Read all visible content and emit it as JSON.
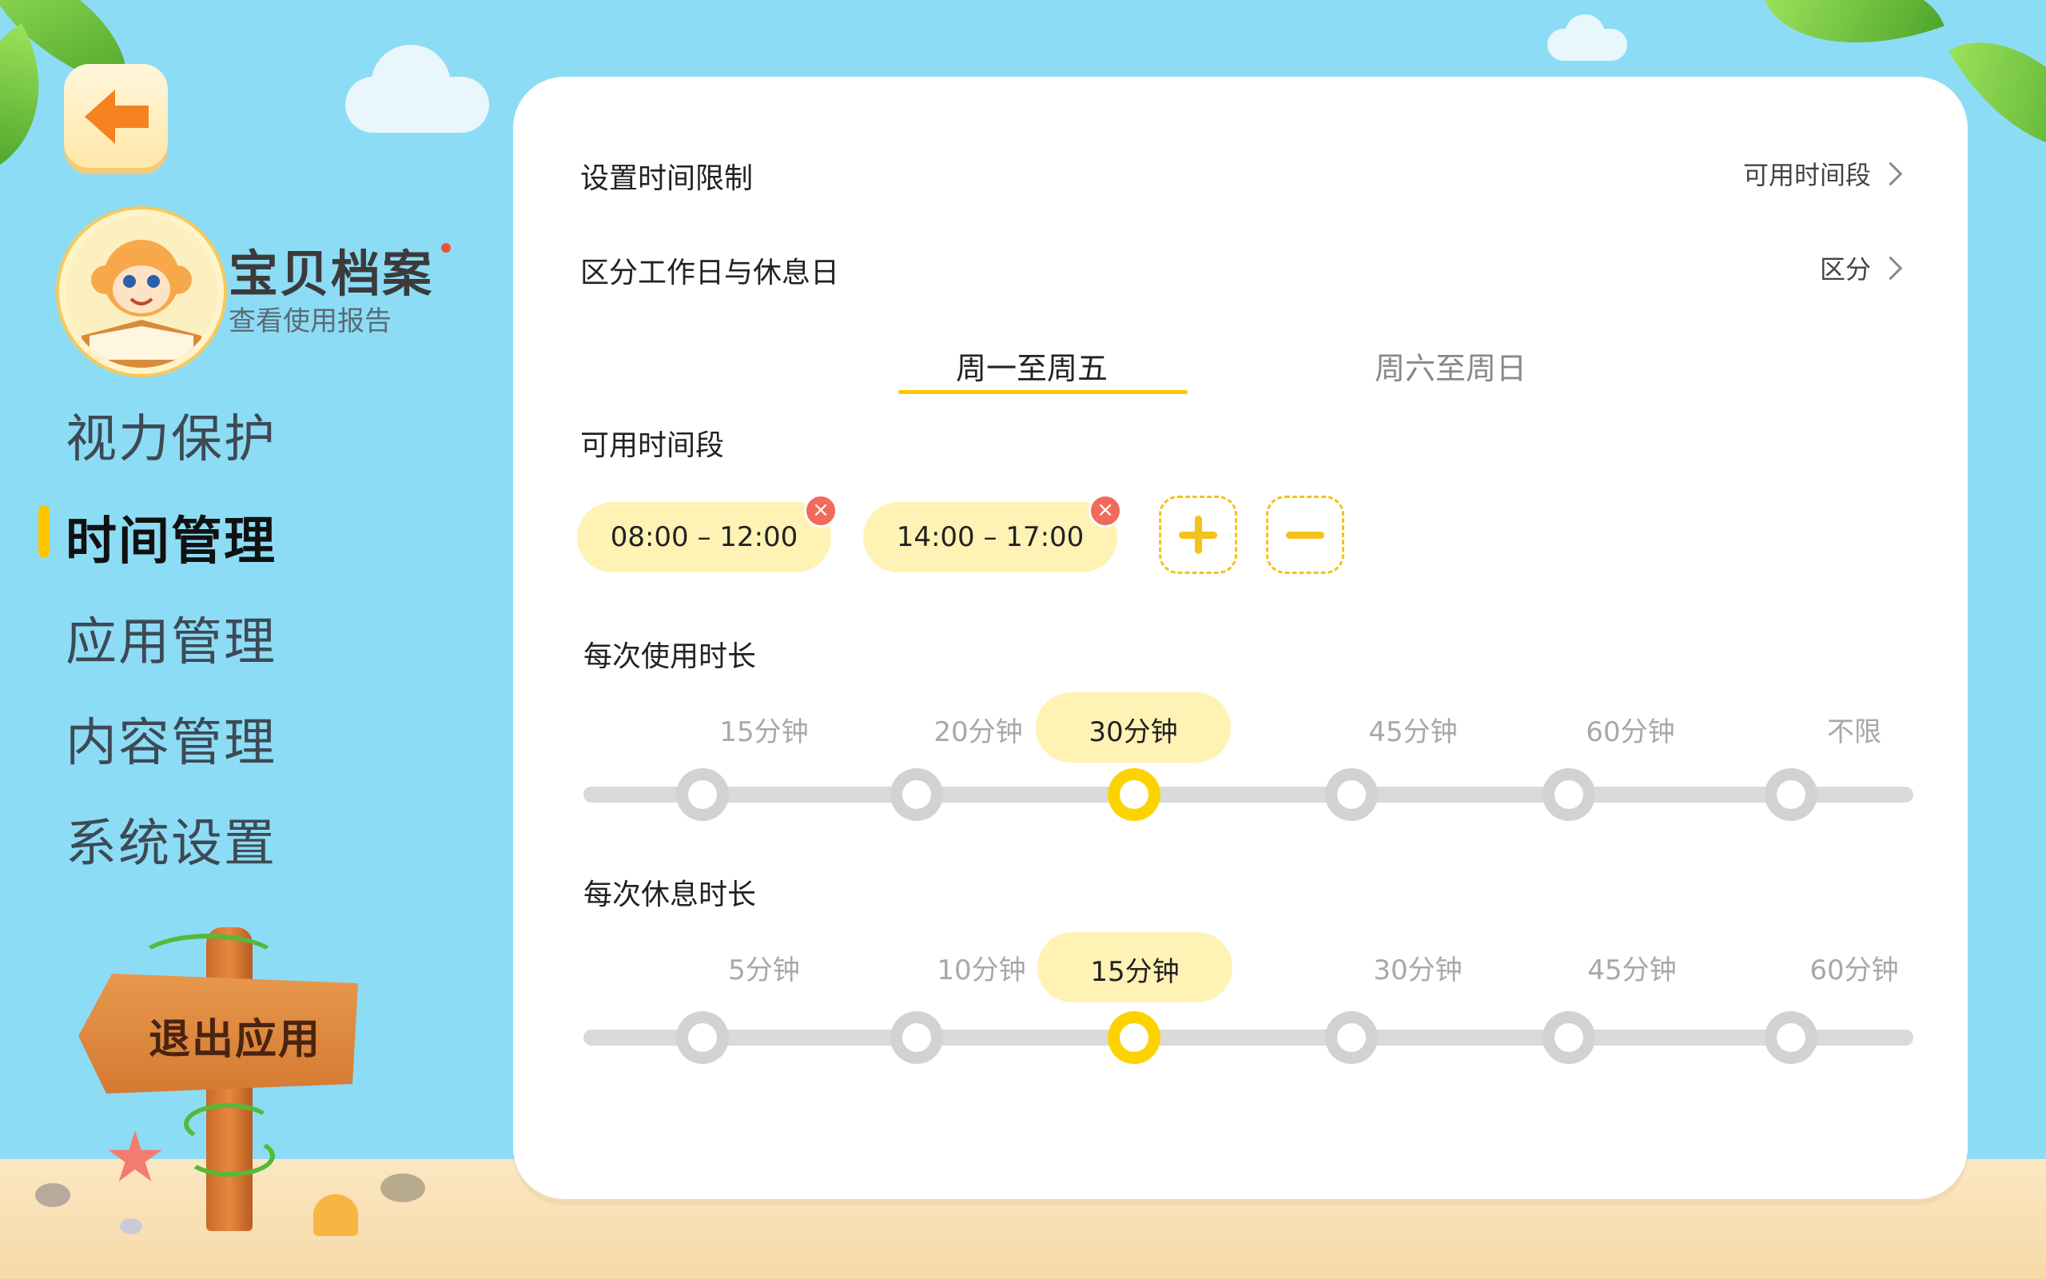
{
  "sidebar": {
    "profile_name": "宝贝档案",
    "profile_sub": "查看使用报告",
    "nav": [
      "视力保护",
      "时间管理",
      "应用管理",
      "内容管理",
      "系统设置"
    ],
    "active_index": 1,
    "exit_label": "退出应用"
  },
  "settings": {
    "time_limit_label": "设置时间限制",
    "time_limit_value": "可用时间段",
    "workday_label": "区分工作日与休息日",
    "workday_value": "区分",
    "tabs": [
      "周一至周五",
      "周六至周日"
    ],
    "active_tab": 0,
    "periods_label": "可用时间段",
    "periods": [
      "08:00 – 12:00",
      "14:00 – 17:00"
    ],
    "usage_label": "每次使用时长",
    "usage_options": [
      "15分钟",
      "20分钟",
      "30分钟",
      "45分钟",
      "60分钟",
      "不限"
    ],
    "usage_selected": 2,
    "rest_label": "每次休息时长",
    "rest_options": [
      "5分钟",
      "10分钟",
      "15分钟",
      "30分钟",
      "45分钟",
      "60分钟"
    ],
    "rest_selected": 2
  },
  "icons": {
    "back": "back-arrow-icon",
    "remove": "close-icon",
    "add": "plus-icon",
    "minus": "minus-icon",
    "chevron": "chevron-right-icon"
  },
  "colors": {
    "sky": "#8ddcf5",
    "accent": "#ffc400",
    "pill": "#fff2b5",
    "remove": "#f16a5c"
  }
}
